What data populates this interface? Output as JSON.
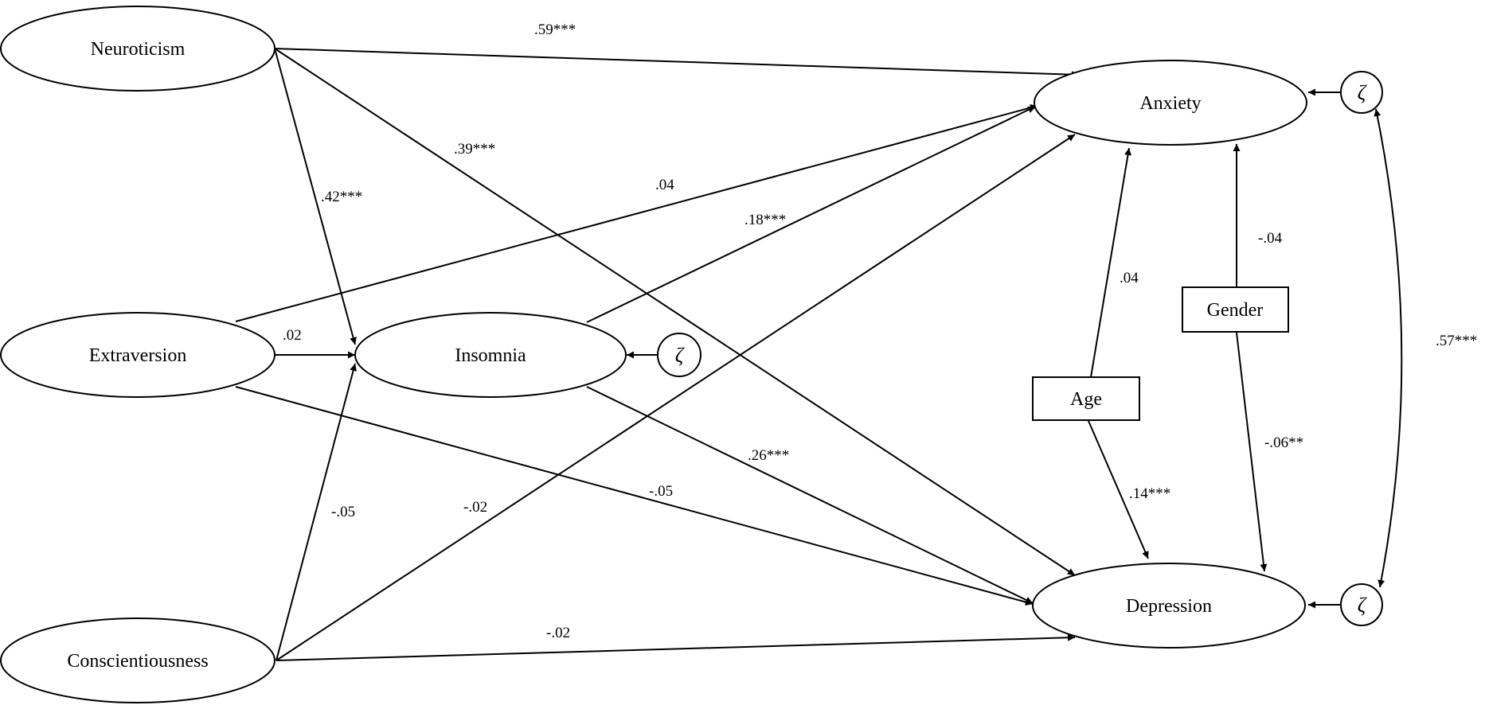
{
  "nodes": {
    "neuroticism": "Neuroticism",
    "extraversion": "Extraversion",
    "conscientiousness": "Conscientiousness",
    "insomnia": "Insomnia",
    "anxiety": "Anxiety",
    "depression": "Depression",
    "age": "Age",
    "gender": "Gender"
  },
  "disturbance_symbol": "ζ",
  "paths": {
    "neuroticism_anxiety": ".59***",
    "neuroticism_depression": ".39***",
    "neuroticism_insomnia": ".42***",
    "extraversion_anxiety": ".04",
    "extraversion_insomnia": ".02",
    "extraversion_depression": "-.05",
    "insomnia_anxiety": ".18***",
    "insomnia_depression": ".26***",
    "conscientiousness_insomnia": "-.05",
    "conscientiousness_anxiety": "-.02",
    "conscientiousness_depression": "-.02",
    "age_anxiety": ".04",
    "age_depression": ".14***",
    "gender_anxiety": "-.04",
    "gender_depression": "-.06**",
    "anxiety_depression_covariance": ".57***"
  }
}
